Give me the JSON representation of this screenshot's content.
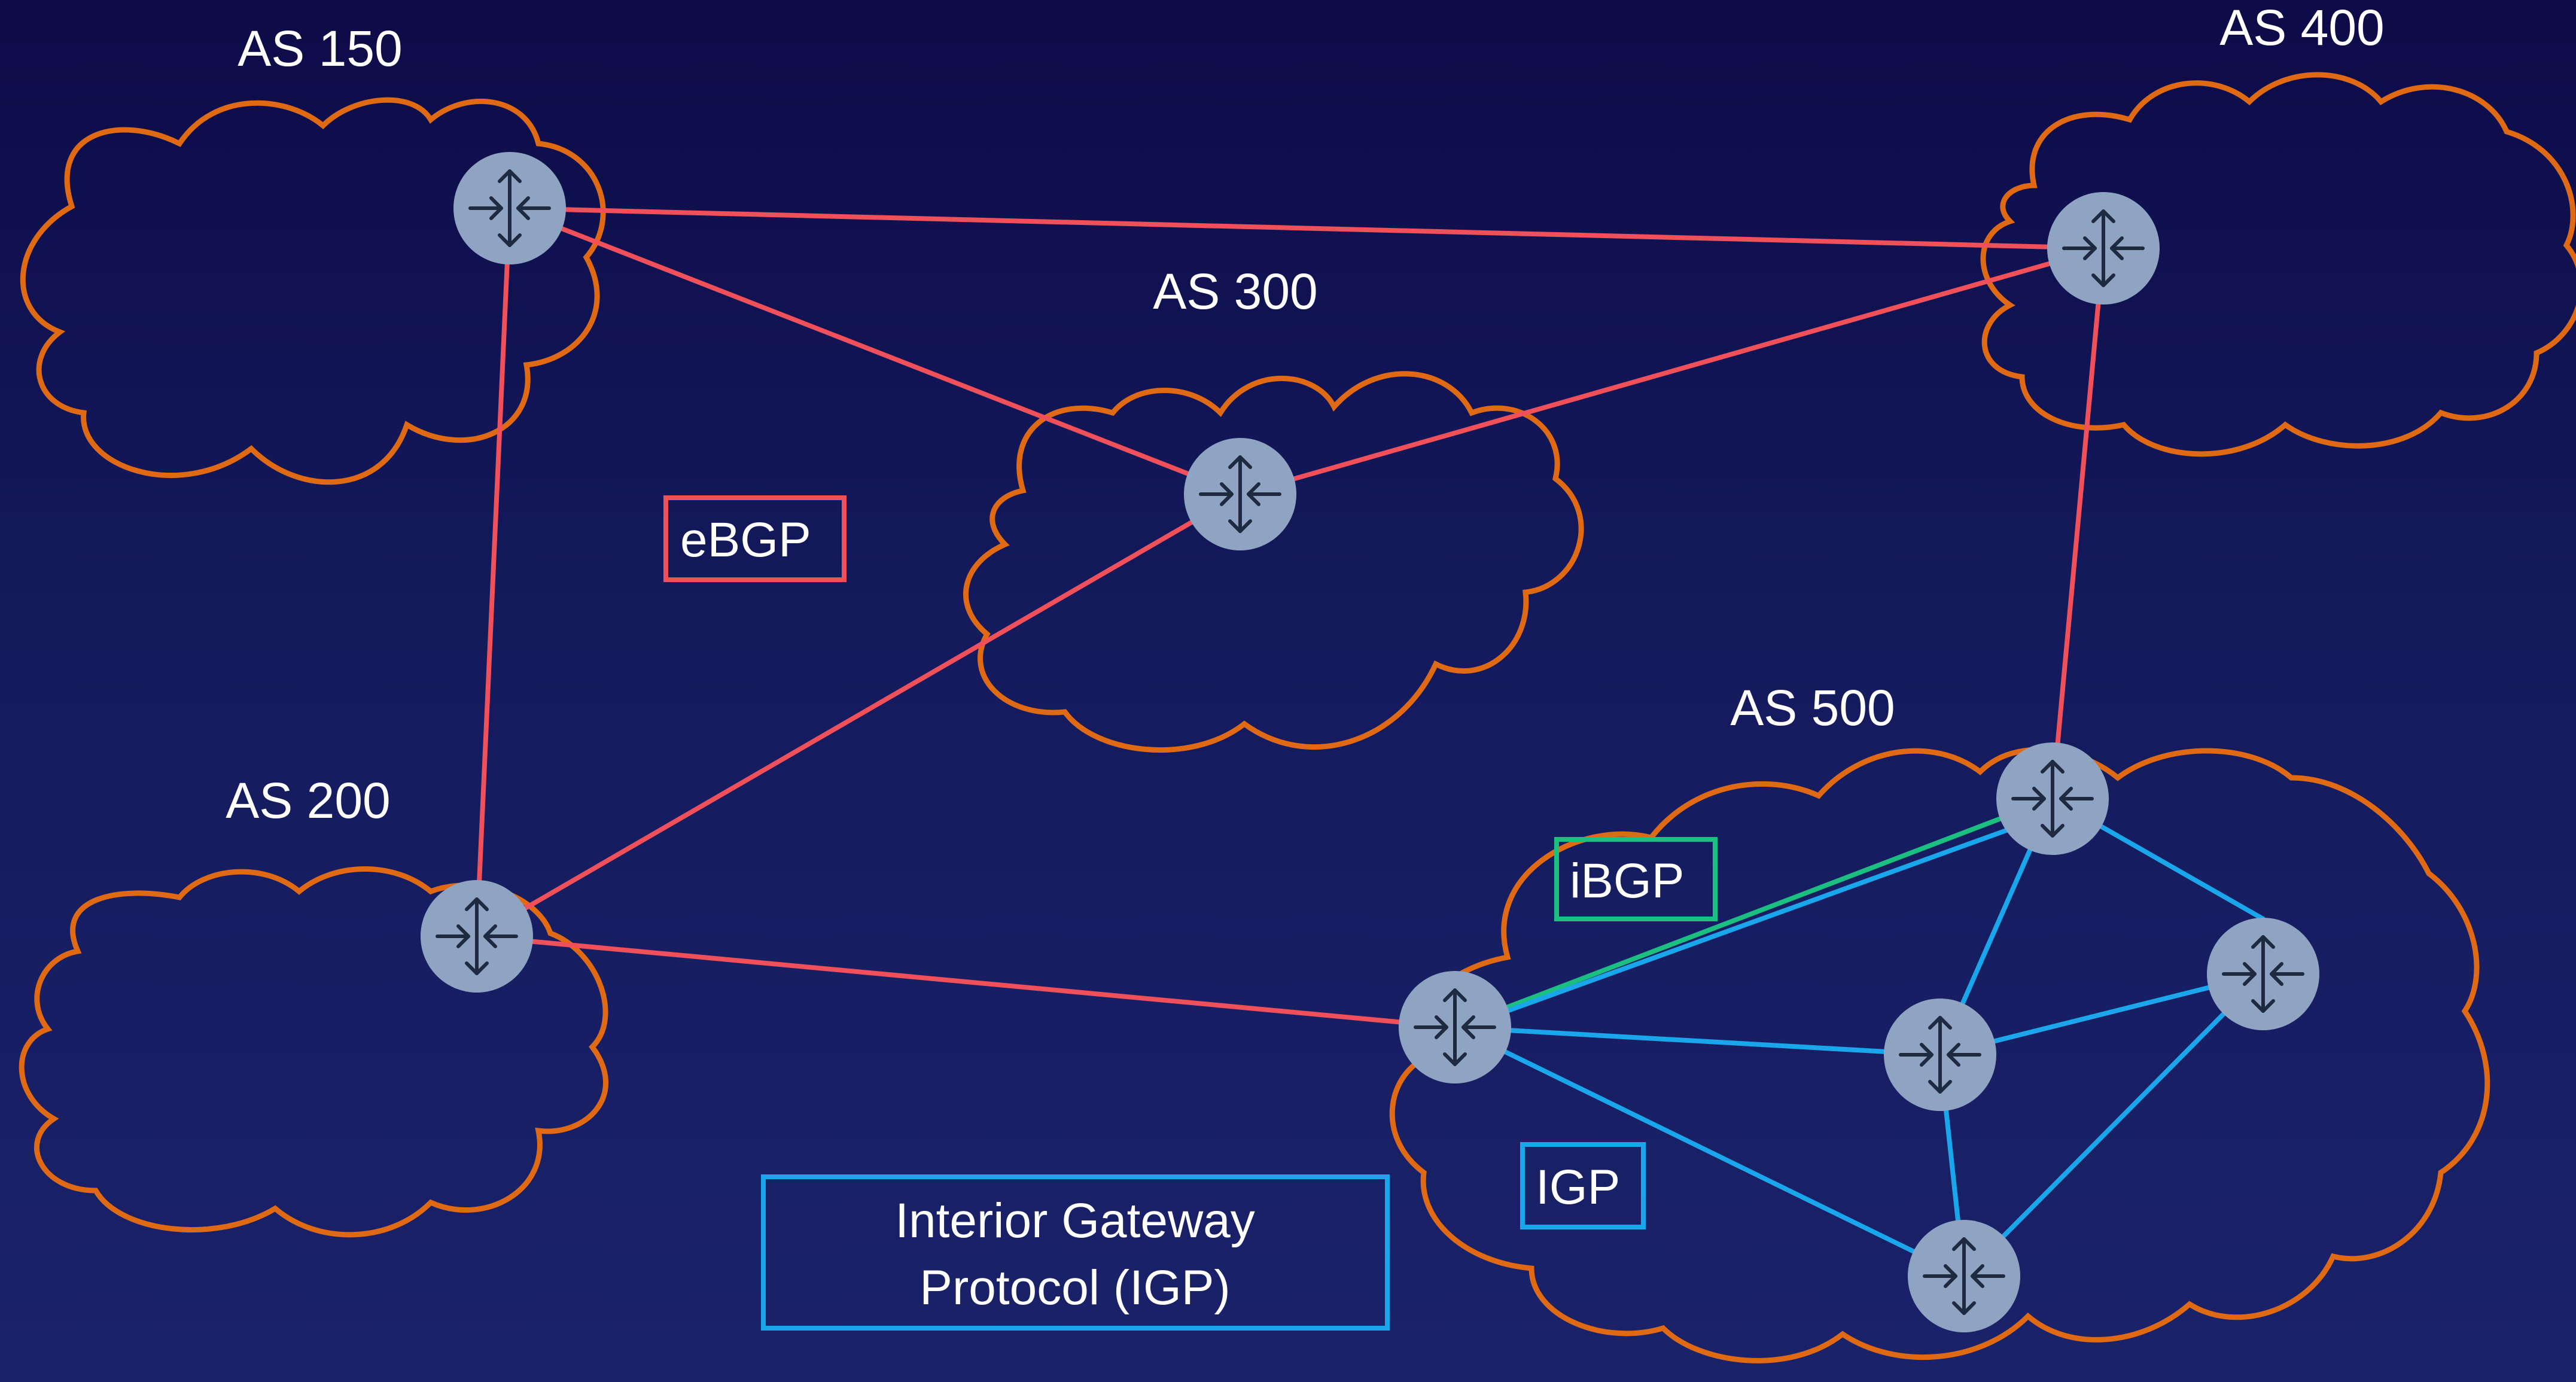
{
  "colors": {
    "cloud_outline": "#e06a14",
    "ebgp_link": "#f0505a",
    "ibgp_link": "#1bbf80",
    "igp_link": "#1aa6ea",
    "router_fill": "#8fa4c3",
    "router_arrow": "#1e2a40"
  },
  "autonomous_systems": [
    {
      "label": "AS 150"
    },
    {
      "label": "AS 400"
    },
    {
      "label": "AS 300"
    },
    {
      "label": "AS 200"
    },
    {
      "label": "AS 500"
    }
  ],
  "legend": {
    "ebgp": "eBGP",
    "ibgp": "iBGP",
    "igp": "IGP",
    "igp_full_line1": "Interior Gateway",
    "igp_full_line2": "Protocol (IGP)"
  },
  "router_icon": "router-icon"
}
